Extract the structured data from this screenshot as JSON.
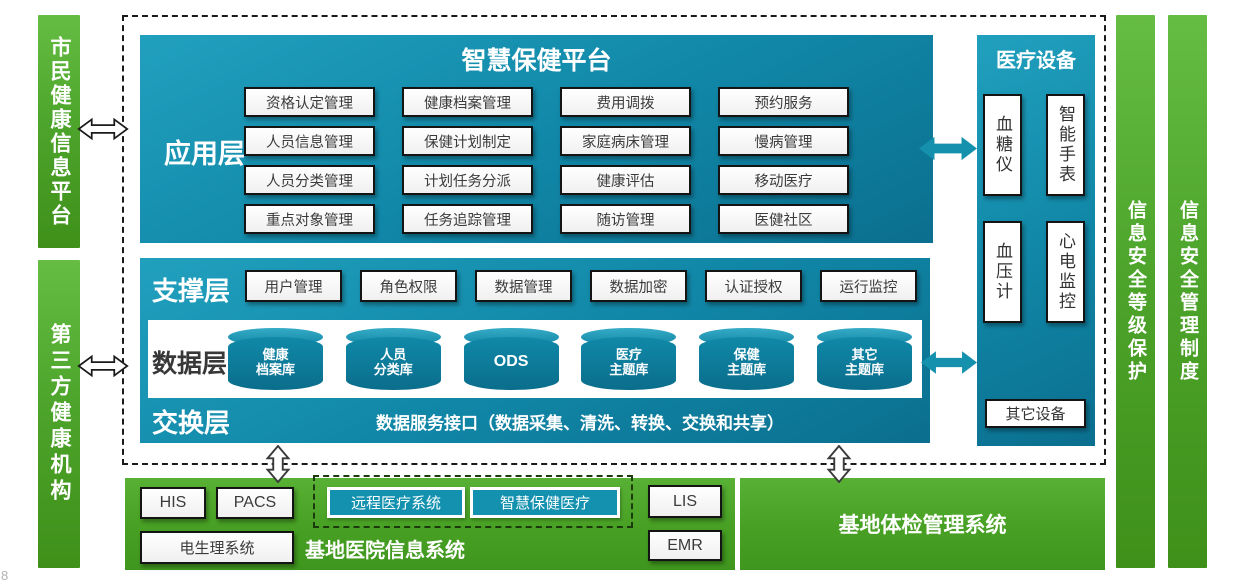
{
  "corner_mark": "8",
  "colors": {
    "teal": "#1187a7",
    "teal_dark": "#0b6f8f",
    "teal_light": "#21a0be",
    "green": "#4ea52c",
    "green_dark": "#3e9019"
  },
  "left_panels": [
    {
      "label": "市民健康信息平台"
    },
    {
      "label": "第三方健康机构"
    }
  ],
  "right_panels": [
    {
      "label": "信息安全等级保护"
    },
    {
      "label": "信息安全管理制度"
    }
  ],
  "platform": {
    "title": "智慧保健平台",
    "app_layer": {
      "label": "应用层",
      "items": [
        "资格认定管理",
        "健康档案管理",
        "费用调拨",
        "预约服务",
        "人员信息管理",
        "保健计划制定",
        "家庭病床管理",
        "慢病管理",
        "人员分类管理",
        "计划任务分派",
        "健康评估",
        "移动医疗",
        "重点对象管理",
        "任务追踪管理",
        "随访管理",
        "医健社区"
      ]
    },
    "support_layer": {
      "label": "支撑层",
      "items": [
        "用户管理",
        "角色权限",
        "数据管理",
        "数据加密",
        "认证授权",
        "运行监控"
      ]
    },
    "data_layer": {
      "label": "数据层",
      "databases": [
        "健康\n档案库",
        "人员\n分类库",
        "ODS",
        "医疗\n主题库",
        "保健\n主题库",
        "其它\n主题库"
      ]
    },
    "exchange_layer": {
      "label": "交换层",
      "interface_text": "数据服务接口（数据采集、清洗、转换、交换和共享）"
    }
  },
  "devices": {
    "title": "医疗设备",
    "items": [
      "血糖仪",
      "智能手表",
      "血压计",
      "心电监控"
    ],
    "other_label": "其它设备"
  },
  "hospital_system": {
    "title": "基地医院信息系统",
    "boxes": {
      "his": "HIS",
      "pacs": "PACS",
      "lis": "LIS",
      "emr": "EMR",
      "electrophysiology": "电生理系统"
    },
    "integrated": [
      "远程医疗系统",
      "智慧保健医疗"
    ]
  },
  "exam_system": {
    "title": "基地体检管理系统"
  }
}
